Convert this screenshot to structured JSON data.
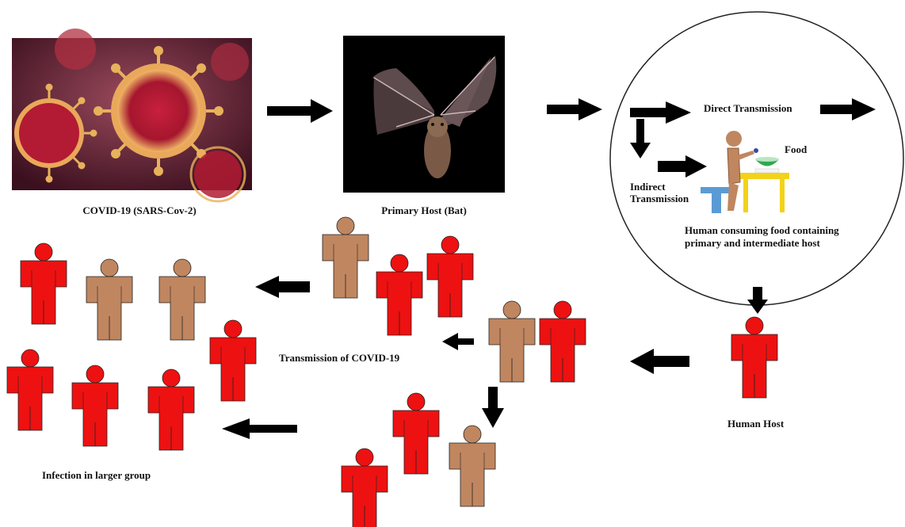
{
  "labels": {
    "virus": "COVID-19  (SARS-Cov-2)",
    "bat": "Primary Host (Bat)",
    "direct": "Direct Transmission",
    "food": "Food",
    "indirect_1": "Indirect",
    "indirect_2": "Transmission",
    "consume_1": "Human consuming food containing",
    "consume_2": "primary and intermediate host",
    "human_host": "Human Host",
    "transmission": "Transmission of COVID-19",
    "larger_group": "Infection in larger group"
  },
  "colors": {
    "infected": "#ee1111",
    "healthy": "#c08660",
    "arrow": "#000000",
    "outline": "#222222",
    "bowl": "#2fa84f",
    "table": "#f2d21a",
    "stool": "#5b9bd5",
    "virus_bg": "#5a1c2c",
    "virus_spike": "#e7b25a",
    "bat_bg": "#000000",
    "bat_wing": "#5e4b4d"
  },
  "icons": [
    "virus-image",
    "bat-image",
    "person-icon",
    "food-bowl-icon",
    "table-icon",
    "stool-icon",
    "arrow-icon"
  ]
}
